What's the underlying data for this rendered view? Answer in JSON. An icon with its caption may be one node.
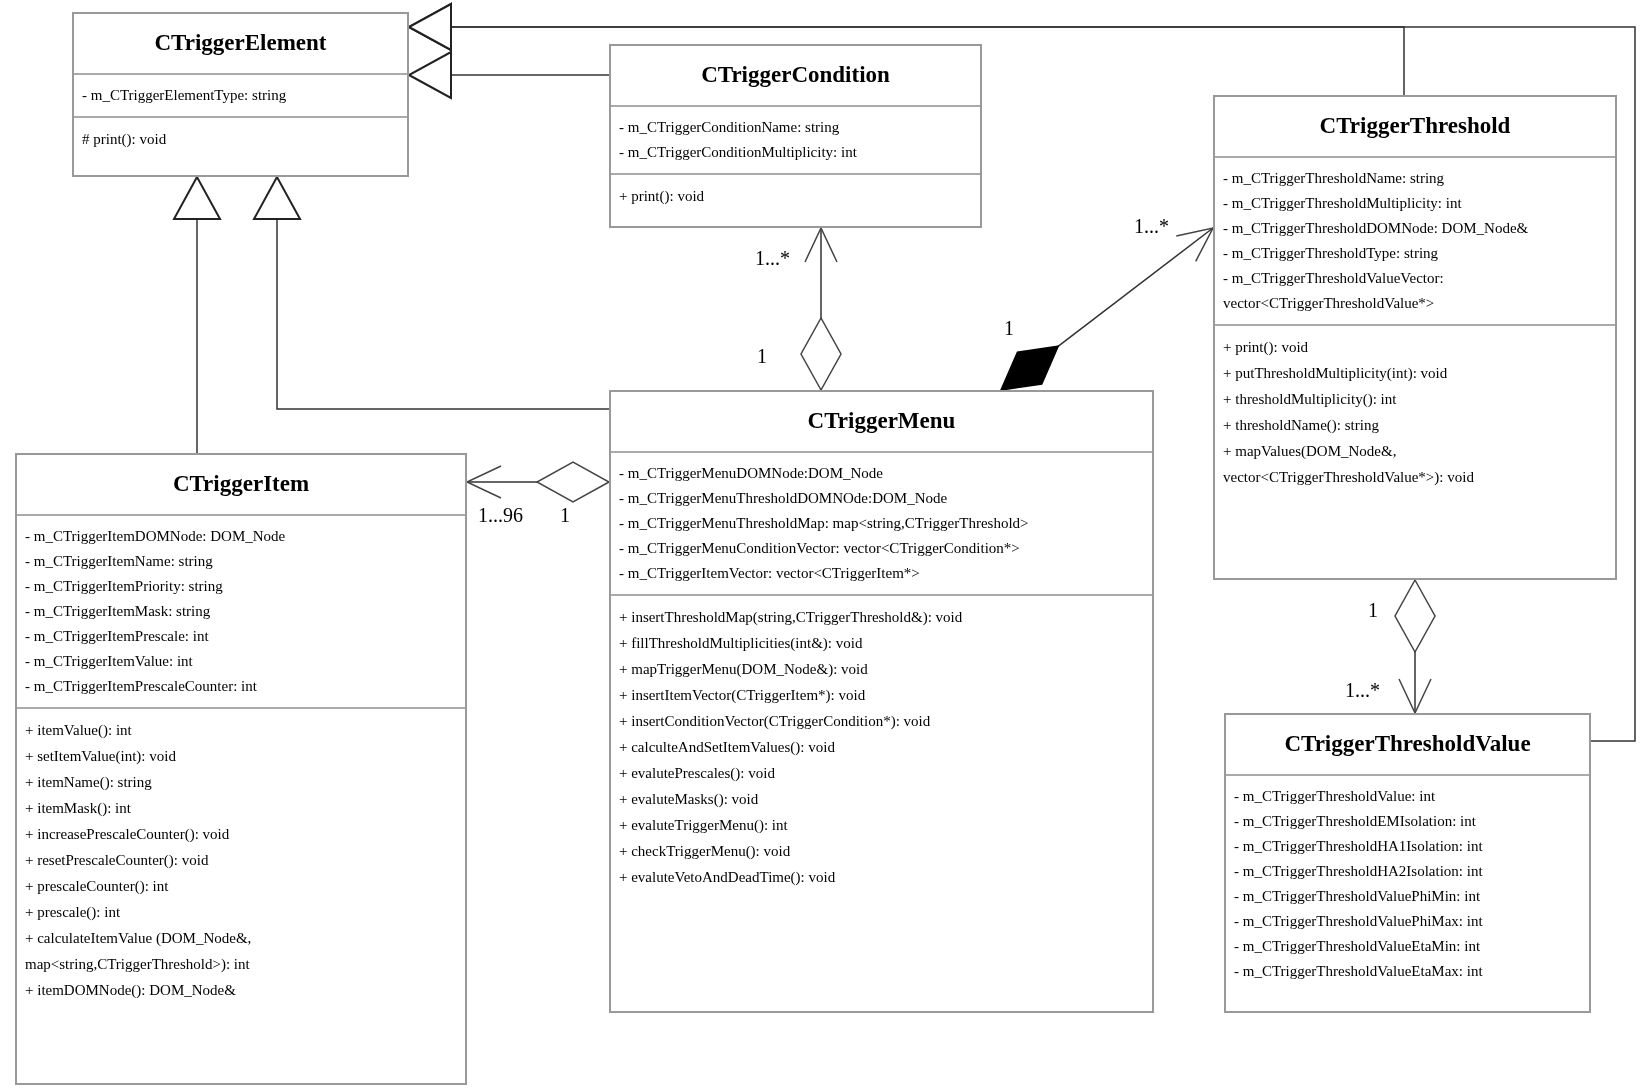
{
  "diagram": {
    "nodes": [
      {
        "text": [
          "CTriggerElement",
          "- m_CTriggerElementType: string",
          "# print(): void"
        ]
      },
      {
        "text": [
          "CTriggerCondition",
          "- m_CTriggerConditionName: string",
          "- m_CTriggerConditionMultiplicity: int",
          "+ print(): void"
        ]
      },
      {
        "text": [
          "CTriggerThreshold",
          "- m_CTriggerThresholdName: string",
          "- m_CTriggerThresholdMultiplicity: int",
          "- m_CTriggerThresholdDOMNode: DOM_Node&",
          "- m_CTriggerThresholdType: string",
          "- m_CTriggerThresholdValueVector: vector<CTriggerThresholdValue*>",
          "+ print(): void",
          "+ putThresholdMultiplicity(int): void",
          "+ thresholdMultiplicity(): int",
          "+ thresholdName(): string",
          "+ mapValues(DOM_Node&, vector<CTriggerThresholdValue*>): void"
        ]
      },
      {
        "text": [
          "CTriggerMenu",
          "- m_CTriggerMenuDOMNode:DOM_Node",
          "- m_CTriggerMenuThresholdDOMNOde:DOM_Node",
          "- m_CTriggerMenuThresholdMap: map<string,CTriggerThreshold>",
          "- m_CTriggerMenuConditionVector: vector<CTriggerCondition*>",
          "- m_CTriggerItemVector: vector<CTriggerItem*>",
          "+ insertThresholdMap(string,CTriggerThreshold&): void",
          "+ fillThresholdMultiplicities(int&): void",
          "+ mapTriggerMenu(DOM_Node&): void",
          "+ insertItemVector(CTriggerItem*): void",
          "+ insertConditionVector(CTriggerCondition*): void",
          "+ calculteAndSetItemValues(): void",
          "+ evalutePrescales(): void",
          "+ evaluteMasks(): void",
          "+ evaluteTriggerMenu(): int",
          "+ checkTriggerMenu(): void",
          "+ evaluteVetoAndDeadTime(): void"
        ]
      },
      {
        "text": [
          "CTriggerItem",
          "- m_CTriggerItemDOMNode: DOM_Node",
          "- m_CTriggerItemName: string",
          "- m_CTriggerItemPriority: string",
          "- m_CTriggerItemMask: string",
          "- m_CTriggerItemPrescale: int",
          "- m_CTriggerItemValue: int",
          "- m_CTriggerItemPrescaleCounter: int",
          "+ itemValue(): int",
          "+ setItemValue(int): void",
          "+ itemName(): string",
          "+ itemMask(): int",
          "+ increasePrescaleCounter(): void",
          "+ resetPrescaleCounter(): void",
          "+ prescaleCounter(): int",
          "+ prescale(): int",
          "+ calculateItemValue (DOM_Node&, map<string,CTriggerThreshold>): int",
          "+ itemDOMNode(): DOM_Node&"
        ]
      },
      {
        "text": [
          "CTriggerThresholdValue",
          "- m_CTriggerThresholdValue: int",
          "- m_CTriggerThresholdEMIsolation: int",
          "- m_CTriggerThresholdHA1Isolation: int",
          "- m_CTriggerThresholdHA2Isolation: int",
          "- m_CTriggerThresholdValuePhiMin: int",
          "- m_CTriggerThresholdValuePhiMax: int",
          "- m_CTriggerThresholdValueEtaMin: int",
          "- m_CTriggerThresholdValueEtaMax: int"
        ]
      }
    ],
    "edges": [
      {
        "from": 2,
        "to": 0,
        "arrow": "to"
      },
      {
        "from": 5,
        "to": 0,
        "arrow": "to"
      },
      {
        "from": 1,
        "to": 0,
        "arrow": "to"
      },
      {
        "from": 4,
        "to": 0,
        "arrow": "to"
      },
      {
        "from": 3,
        "to": 0,
        "arrow": "to"
      },
      {
        "from": 3,
        "to": 1,
        "arrow": "to"
      },
      {
        "from": 3,
        "to": 2,
        "arrow": "to"
      },
      {
        "from": 3,
        "to": 4,
        "arrow": "to"
      },
      {
        "from": 2,
        "to": 5,
        "arrow": "to"
      }
    ],
    "labels": [
      "1...*",
      "1...*",
      "1",
      "1",
      "1...96",
      "1",
      "1",
      "1...*"
    ]
  }
}
